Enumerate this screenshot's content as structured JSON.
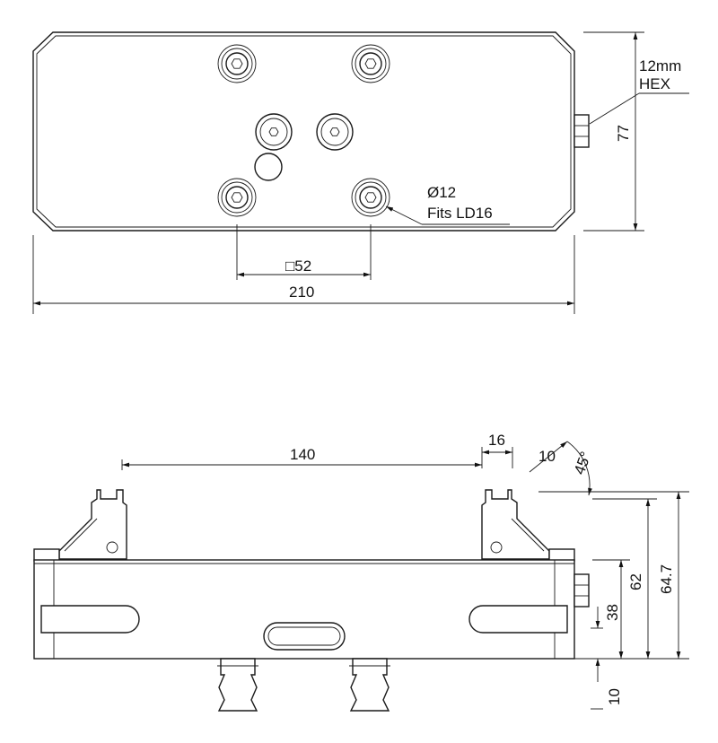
{
  "top_view": {
    "dim_width": "210",
    "dim_height": "77",
    "dim_square": "□52",
    "hex_line1": "12mm",
    "hex_line2": "HEX",
    "bolt_line1": "Ø12",
    "bolt_line2": "Fits LD16"
  },
  "side_view": {
    "dim_140": "140",
    "dim_16": "16",
    "dim_10_chamfer": "10",
    "dim_angle": "45°",
    "dim_64_7": "64.7",
    "dim_62": "62",
    "dim_38": "38",
    "dim_10_stud": "10"
  }
}
